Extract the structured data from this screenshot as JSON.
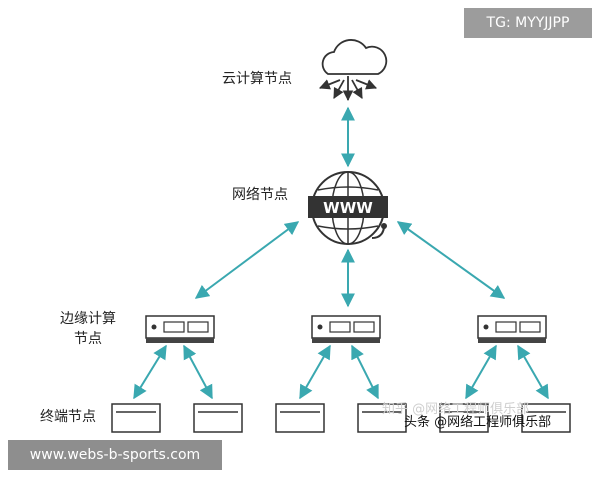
{
  "labels": {
    "cloud": "云计算节点",
    "network": "网络节点",
    "edge_line1": "边缘计算",
    "edge_line2": "节点",
    "terminal": "终端节点",
    "www": "WWW"
  },
  "badges": {
    "top": "TG: MYYJJPP",
    "bottom": "www.webs-b-sports.com"
  },
  "watermark": {
    "text": "头条 @网络工程师俱乐部",
    "ghost": "知乎 @网络工程师俱乐部"
  },
  "colors": {
    "arrow": "#3aa8b0",
    "device": "#333333",
    "badge_top": "#9c9c9c",
    "badge_bottom": "#8e8e8e"
  },
  "icons": {
    "cloud": "cloud-icon",
    "globe": "globe-www-icon",
    "switch": "network-switch-icon",
    "terminal": "terminal-device-icon"
  }
}
